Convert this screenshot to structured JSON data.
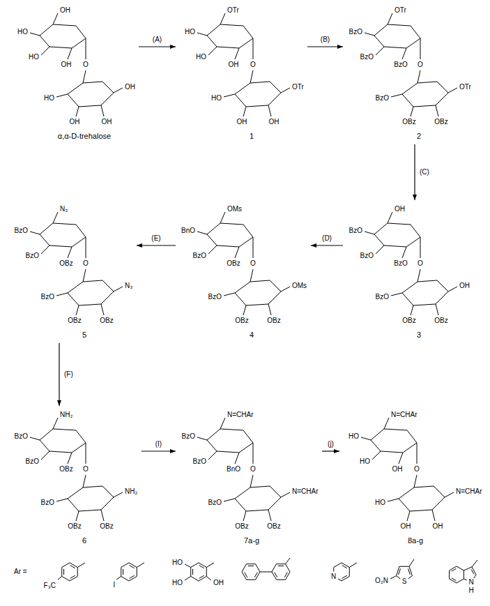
{
  "diagram": {
    "nodes": [
      {
        "text": [
          "OH",
          "HO",
          "HO",
          "OH",
          "O",
          "OH",
          "HO",
          "OH",
          "OH",
          "α,α-D-trehalose"
        ]
      },
      {
        "text": [
          "OTr",
          "HO",
          "HO",
          "OH",
          "O",
          "OTr",
          "HO",
          "OH",
          "OH",
          "1"
        ]
      },
      {
        "text": [
          "OTr",
          "BzO",
          "BzO",
          "BzO",
          "O",
          "OTr",
          "BzO",
          "OBz",
          "OBz",
          "2"
        ]
      },
      {
        "text": [
          "OH",
          "BzO",
          "BzO",
          "BzO",
          "O",
          "OH",
          "BzO",
          "OBz",
          "OBz",
          "3"
        ]
      },
      {
        "text": [
          "OMs",
          "BnO",
          "BzO",
          "OBz",
          "O",
          "OMs",
          "BzO",
          "OBz",
          "OBz",
          "4"
        ]
      },
      {
        "text": [
          "N₃",
          "BzO",
          "BzO",
          "OBz",
          "O",
          "N₃",
          "BzO",
          "OBz",
          "OBz",
          "5"
        ]
      },
      {
        "text": [
          "NH₂",
          "BzO",
          "BzO",
          "OBz",
          "O",
          "NH₂",
          "BzO",
          "OBz",
          "OBz",
          "6"
        ]
      },
      {
        "text": [
          "N=CHAr",
          "BzO",
          "BzO",
          "BnO",
          "O",
          "N=CHAr",
          "BzO",
          "OBz",
          "OBz",
          "7a-g"
        ]
      },
      {
        "text": [
          "N=CHAr",
          "HO",
          "HO",
          "OH",
          "O",
          "N=CHAr",
          "HO",
          "OH",
          "OH",
          "8a-g"
        ]
      }
    ],
    "edges": [
      {
        "from": 0,
        "to": 1,
        "label": "(A)",
        "arrow": "to"
      },
      {
        "from": 1,
        "to": 2,
        "label": "(B)",
        "arrow": "to"
      },
      {
        "from": 2,
        "to": 3,
        "label": "(C)",
        "arrow": "to"
      },
      {
        "from": 3,
        "to": 4,
        "label": "(D)",
        "arrow": "to"
      },
      {
        "from": 4,
        "to": 5,
        "label": "(E)",
        "arrow": "to"
      },
      {
        "from": 5,
        "to": 6,
        "label": "(F)",
        "arrow": "to"
      },
      {
        "from": 6,
        "to": 7,
        "label": "(I)",
        "arrow": "to"
      },
      {
        "from": 7,
        "to": 8,
        "label": "(j)",
        "arrow": "to"
      }
    ],
    "labels": [
      "Ar =",
      "F₃C",
      "I",
      "HO",
      "HO",
      "OH",
      "N",
      "O₂N",
      "S",
      "N",
      "H"
    ]
  }
}
